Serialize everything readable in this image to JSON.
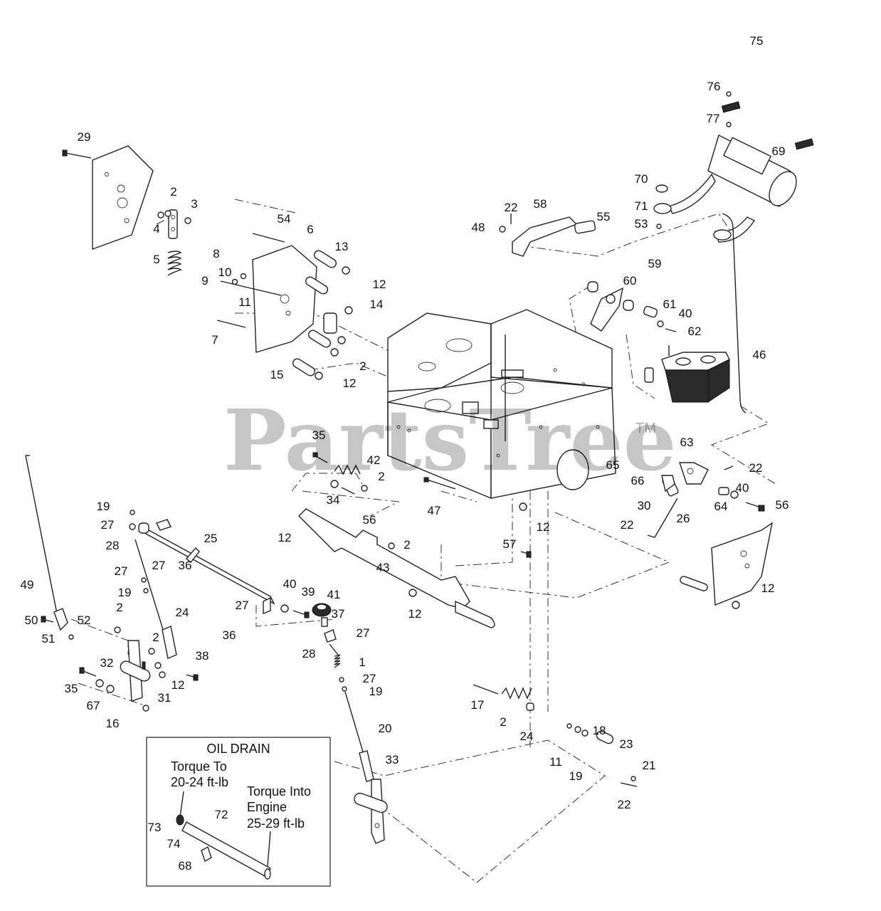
{
  "callouts": [
    {
      "text": "75"
    },
    {
      "text": "76"
    },
    {
      "text": "77"
    },
    {
      "text": "69"
    },
    {
      "text": "70"
    },
    {
      "text": "71"
    },
    {
      "text": "53"
    },
    {
      "text": "29"
    },
    {
      "text": "2"
    },
    {
      "text": "3"
    },
    {
      "text": "4"
    },
    {
      "text": "5"
    },
    {
      "text": "54"
    },
    {
      "text": "6"
    },
    {
      "text": "13"
    },
    {
      "text": "8"
    },
    {
      "text": "9"
    },
    {
      "text": "10"
    },
    {
      "text": "11"
    },
    {
      "text": "12"
    },
    {
      "text": "22"
    },
    {
      "text": "58"
    },
    {
      "text": "55"
    },
    {
      "text": "48"
    },
    {
      "text": "59"
    },
    {
      "text": "60"
    },
    {
      "text": "61"
    },
    {
      "text": "40"
    },
    {
      "text": "62"
    },
    {
      "text": "14"
    },
    {
      "text": "7"
    },
    {
      "text": "2"
    },
    {
      "text": "15"
    },
    {
      "text": "12"
    },
    {
      "text": "46"
    },
    {
      "text": "63"
    },
    {
      "text": "22"
    },
    {
      "text": "35"
    },
    {
      "text": "42"
    },
    {
      "text": "2"
    },
    {
      "text": "34"
    },
    {
      "text": "56"
    },
    {
      "text": "47"
    },
    {
      "text": "65"
    },
    {
      "text": "66"
    },
    {
      "text": "40"
    },
    {
      "text": "30"
    },
    {
      "text": "26"
    },
    {
      "text": "64"
    },
    {
      "text": "56"
    },
    {
      "text": "22"
    },
    {
      "text": "12"
    },
    {
      "text": "57"
    },
    {
      "text": "19"
    },
    {
      "text": "27"
    },
    {
      "text": "28"
    },
    {
      "text": "25"
    },
    {
      "text": "12"
    },
    {
      "text": "2"
    },
    {
      "text": "27"
    },
    {
      "text": "27"
    },
    {
      "text": "36"
    },
    {
      "text": "19"
    },
    {
      "text": "49"
    },
    {
      "text": "43"
    },
    {
      "text": "40"
    },
    {
      "text": "39"
    },
    {
      "text": "41"
    },
    {
      "text": "12"
    },
    {
      "text": "12"
    },
    {
      "text": "2"
    },
    {
      "text": "24"
    },
    {
      "text": "27"
    },
    {
      "text": "37"
    },
    {
      "text": "50"
    },
    {
      "text": "52"
    },
    {
      "text": "51"
    },
    {
      "text": "36"
    },
    {
      "text": "27"
    },
    {
      "text": "2"
    },
    {
      "text": "28"
    },
    {
      "text": "38"
    },
    {
      "text": "1"
    },
    {
      "text": "32"
    },
    {
      "text": "27"
    },
    {
      "text": "12"
    },
    {
      "text": "19"
    },
    {
      "text": "35"
    },
    {
      "text": "31"
    },
    {
      "text": "67"
    },
    {
      "text": "16"
    },
    {
      "text": "17"
    },
    {
      "text": "2"
    },
    {
      "text": "24"
    },
    {
      "text": "18"
    },
    {
      "text": "23"
    },
    {
      "text": "20"
    },
    {
      "text": "33"
    },
    {
      "text": "11"
    },
    {
      "text": "21"
    },
    {
      "text": "19"
    },
    {
      "text": "22"
    },
    {
      "text": "73"
    },
    {
      "text": "72"
    },
    {
      "text": "74"
    },
    {
      "text": "68"
    }
  ],
  "inset": {
    "title": "OIL DRAIN",
    "note1_line1": "Torque To",
    "note1_line2": "20-24 ft-lb",
    "note2_line1": "Torque Into",
    "note2_line2": "Engine",
    "note2_line3": "25-29 ft-lb"
  },
  "watermark": {
    "text": "PartsTree",
    "mark": "TM"
  }
}
